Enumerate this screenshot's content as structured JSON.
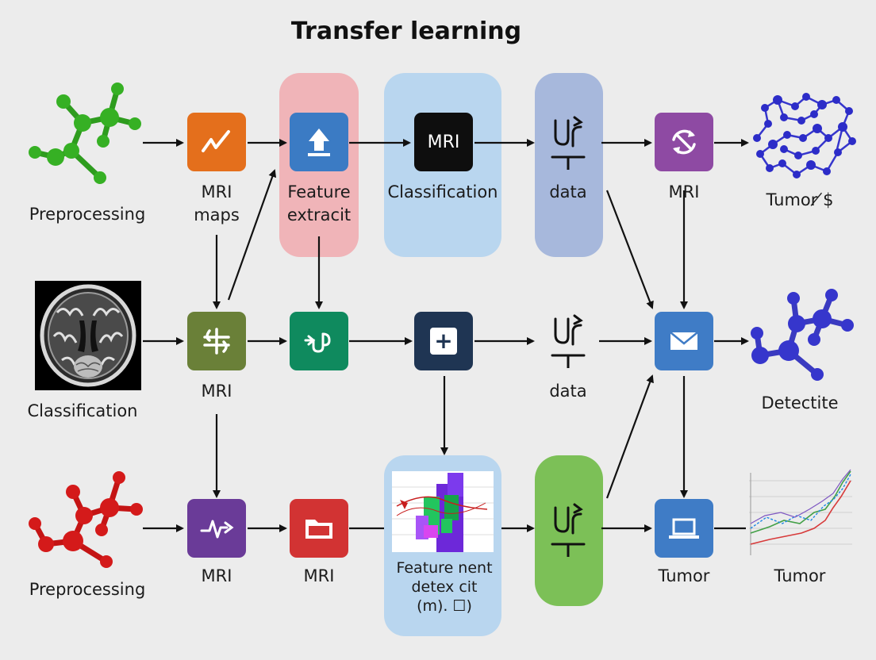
{
  "title": "Transfer learning",
  "labels": {
    "row1_left": "Preprocessing",
    "row1_orange_l1": "MRI",
    "row1_orange_l2": "maps",
    "row1_feature_l1": "Feature",
    "row1_feature_l2": "extracit",
    "row1_classification": "Classification",
    "row1_data": "data",
    "row1_mri": "MRI",
    "row1_right": "Tumor ̸$",
    "row2_left": "Classification",
    "row2_olive": "MRI",
    "row2_data": "data",
    "row2_right": "Detectite",
    "row3_left": "Preprocessing",
    "row3_purple": "MRI",
    "row3_red": "MRI",
    "row3_feature_l1": "Feature nent",
    "row3_feature_l2": "detex cit",
    "row3_feature_l3": "(m). ☐)",
    "row3_tumor1": "Tumor",
    "row3_tumor2": "Tumor"
  },
  "node_text": {
    "mri_box": "MRI",
    "plus_box": "+"
  },
  "colors": {
    "background": "#ececec",
    "orange": "#e46f1c",
    "blue": "#3b7bc4",
    "black": "#0e0e0e",
    "purple_1": "#8e4aa3",
    "olive": "#6a8038",
    "teal": "#0f8a5e",
    "navy": "#1f3553",
    "purple_2": "#6a3b98",
    "red": "#d23333",
    "mail_blue": "#3f7cc6",
    "panel_pink": "#f0b4b8",
    "panel_lightblue": "#b9d6ef",
    "panel_lavender": "#a7b8dc",
    "panel_green": "#7cc057",
    "molecule_green": "#36b024",
    "molecule_blue": "#3636cc",
    "molecule_red": "#d41a1a"
  },
  "icons": [
    "green-molecule-icon",
    "line-chart-icon",
    "upload-icon",
    "junction-symbol-icon",
    "refresh-icon",
    "blue-protein-network-icon",
    "brain-mri-scan",
    "split-arrows-icon",
    "u-turn-arrow-icon",
    "plus-icon",
    "mail-icon",
    "blue-molecule-icon",
    "red-molecule-icon",
    "pulse-icon",
    "folder-icon",
    "laptop-icon",
    "line-graph-icon"
  ]
}
